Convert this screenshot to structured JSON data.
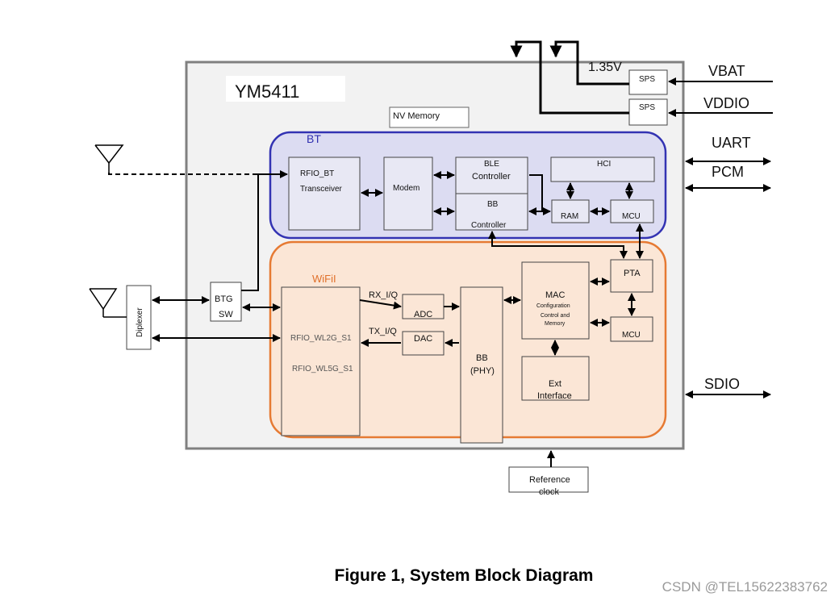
{
  "diagram": {
    "chip_name": "YM5411",
    "nv_memory": "NV Memory",
    "voltage": "1.35V",
    "sps1": "SPS",
    "sps2": "SPS",
    "external": {
      "vbat": "VBAT",
      "vddio": "VDDIO",
      "uart": "UART",
      "pcm": "PCM",
      "sdio": "SDIO"
    },
    "bt": {
      "title": "BT",
      "rfio_line1": "RFIO_BT",
      "rfio_line2": "Transceiver",
      "modem": "Modem",
      "ble_line1": "BLE",
      "ble_line2": "Controller",
      "bb_line1": "BB",
      "bb_line2": "Controller",
      "hci": "HCI",
      "ram": "RAM",
      "mcu": "MCU"
    },
    "wifi": {
      "title": "WiFiI",
      "rfio_wl2g": "RFIO_WL2G_S1",
      "rfio_wl5g": "RFIO_WL5G_S1",
      "rx": "RX_I/Q",
      "tx": "TX_I/Q",
      "adc": "ADC",
      "dac": "DAC",
      "bb_line1": "BB",
      "bb_line2": "(PHY)",
      "mac": "MAC",
      "mac_sub1": "Configuration",
      "mac_sub2": "Control and",
      "mac_sub3": "Memory",
      "ext_line1": "Ext",
      "ext_line2": "Interface",
      "pta": "PTA",
      "mcu": "MCU"
    },
    "btg_line1": "BTG",
    "btg_line2": "SW",
    "diplexer": "Diplexer",
    "ref_line1": "Reference",
    "ref_line2": "clock"
  },
  "caption": "Figure 1, System Block Diagram",
  "watermark": "CSDN @TEL15622383762",
  "colors": {
    "chip_fill": "#f2f2f2",
    "chip_border": "#808080",
    "bt_fill": "#dcdcf2",
    "bt_border": "#3333b3",
    "wifi_fill": "#fbe6d6",
    "wifi_border": "#e67a33",
    "block_fill": "#e8e8f4",
    "wifi_title": "#e0702a",
    "bt_title": "#3030b0"
  }
}
